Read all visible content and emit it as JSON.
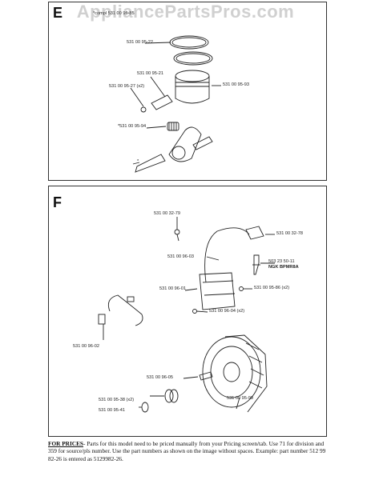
{
  "watermark": "AppliancePartsPros.com",
  "section_e": {
    "letter": "E",
    "compl_label": "*compl 531 00 95-85",
    "parts": {
      "ring": "531 00 95-22",
      "pin": "531 00 95-21",
      "circlip": "531 00 95-27 (x2)",
      "piston": "531 00 95-93",
      "bearing": "*531 00 95-94",
      "crank_mark": "*"
    }
  },
  "section_f": {
    "letter": "F",
    "parts": {
      "screw_top": "531 00 32-79",
      "cap": "531 00 32-78",
      "wire": "531 00 96-03",
      "plug": "503 23 50-11",
      "plug_ngk": "NGK BPMR8A",
      "coil": "531 00 96-01",
      "screw_x2": "531 00 95-86 (x2)",
      "screw_bottom": "531 00 96-04 (x2)",
      "switch": "531 00 96-02",
      "key": "531 00 96-05",
      "flywheel": "531 00 95-99",
      "washer": "531 00 95-38 (x2)",
      "nut": "531 00 95-41"
    }
  },
  "prices": {
    "heading": "FOR PRICES",
    "text": "- Parts for this model need to be priced manually from your Pricing screen/tab. Use 71 for division and 359 for source/pls number.  Use the part numbers as shown on the image without spaces.  Example: part number 512 99 82-26 is entered as 5129982-26."
  }
}
